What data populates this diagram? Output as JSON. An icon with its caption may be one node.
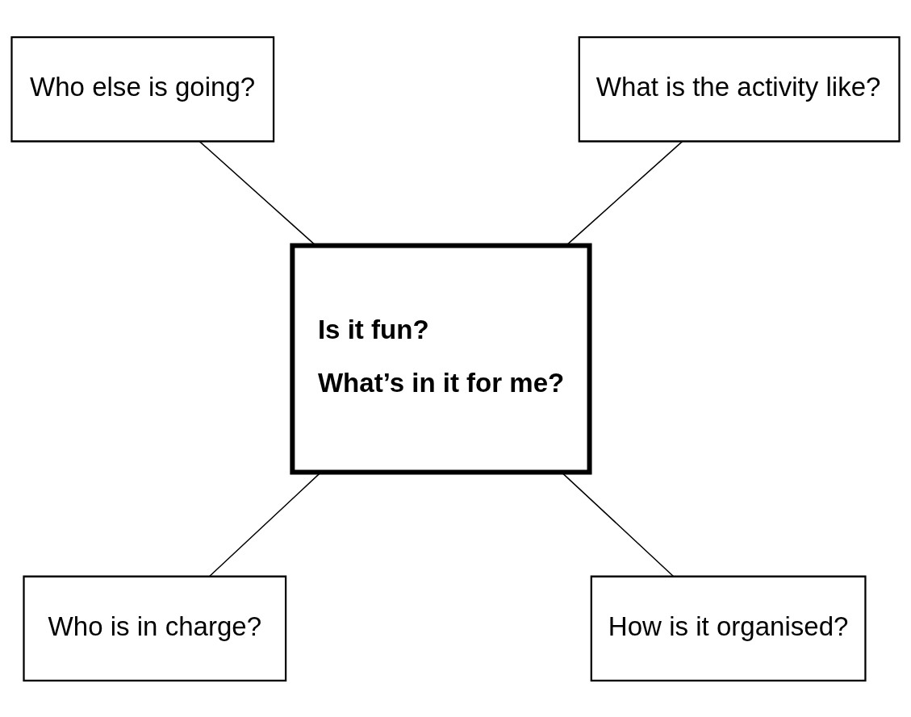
{
  "diagram": {
    "nodes": [
      {
        "text": [
          "Who else is going?"
        ]
      },
      {
        "text": [
          "What is the activity like?"
        ]
      },
      {
        "text": [
          "Is it fun?",
          "What’s in it for me?"
        ]
      },
      {
        "text": [
          "Who is in charge?"
        ]
      },
      {
        "text": [
          "How is it organised?"
        ]
      }
    ],
    "edges": [
      {
        "from": 0,
        "to": 2,
        "arrow": "none"
      },
      {
        "from": 1,
        "to": 2,
        "arrow": "none"
      },
      {
        "from": 2,
        "to": 3,
        "arrow": "none"
      },
      {
        "from": 2,
        "to": 4,
        "arrow": "none"
      }
    ]
  }
}
